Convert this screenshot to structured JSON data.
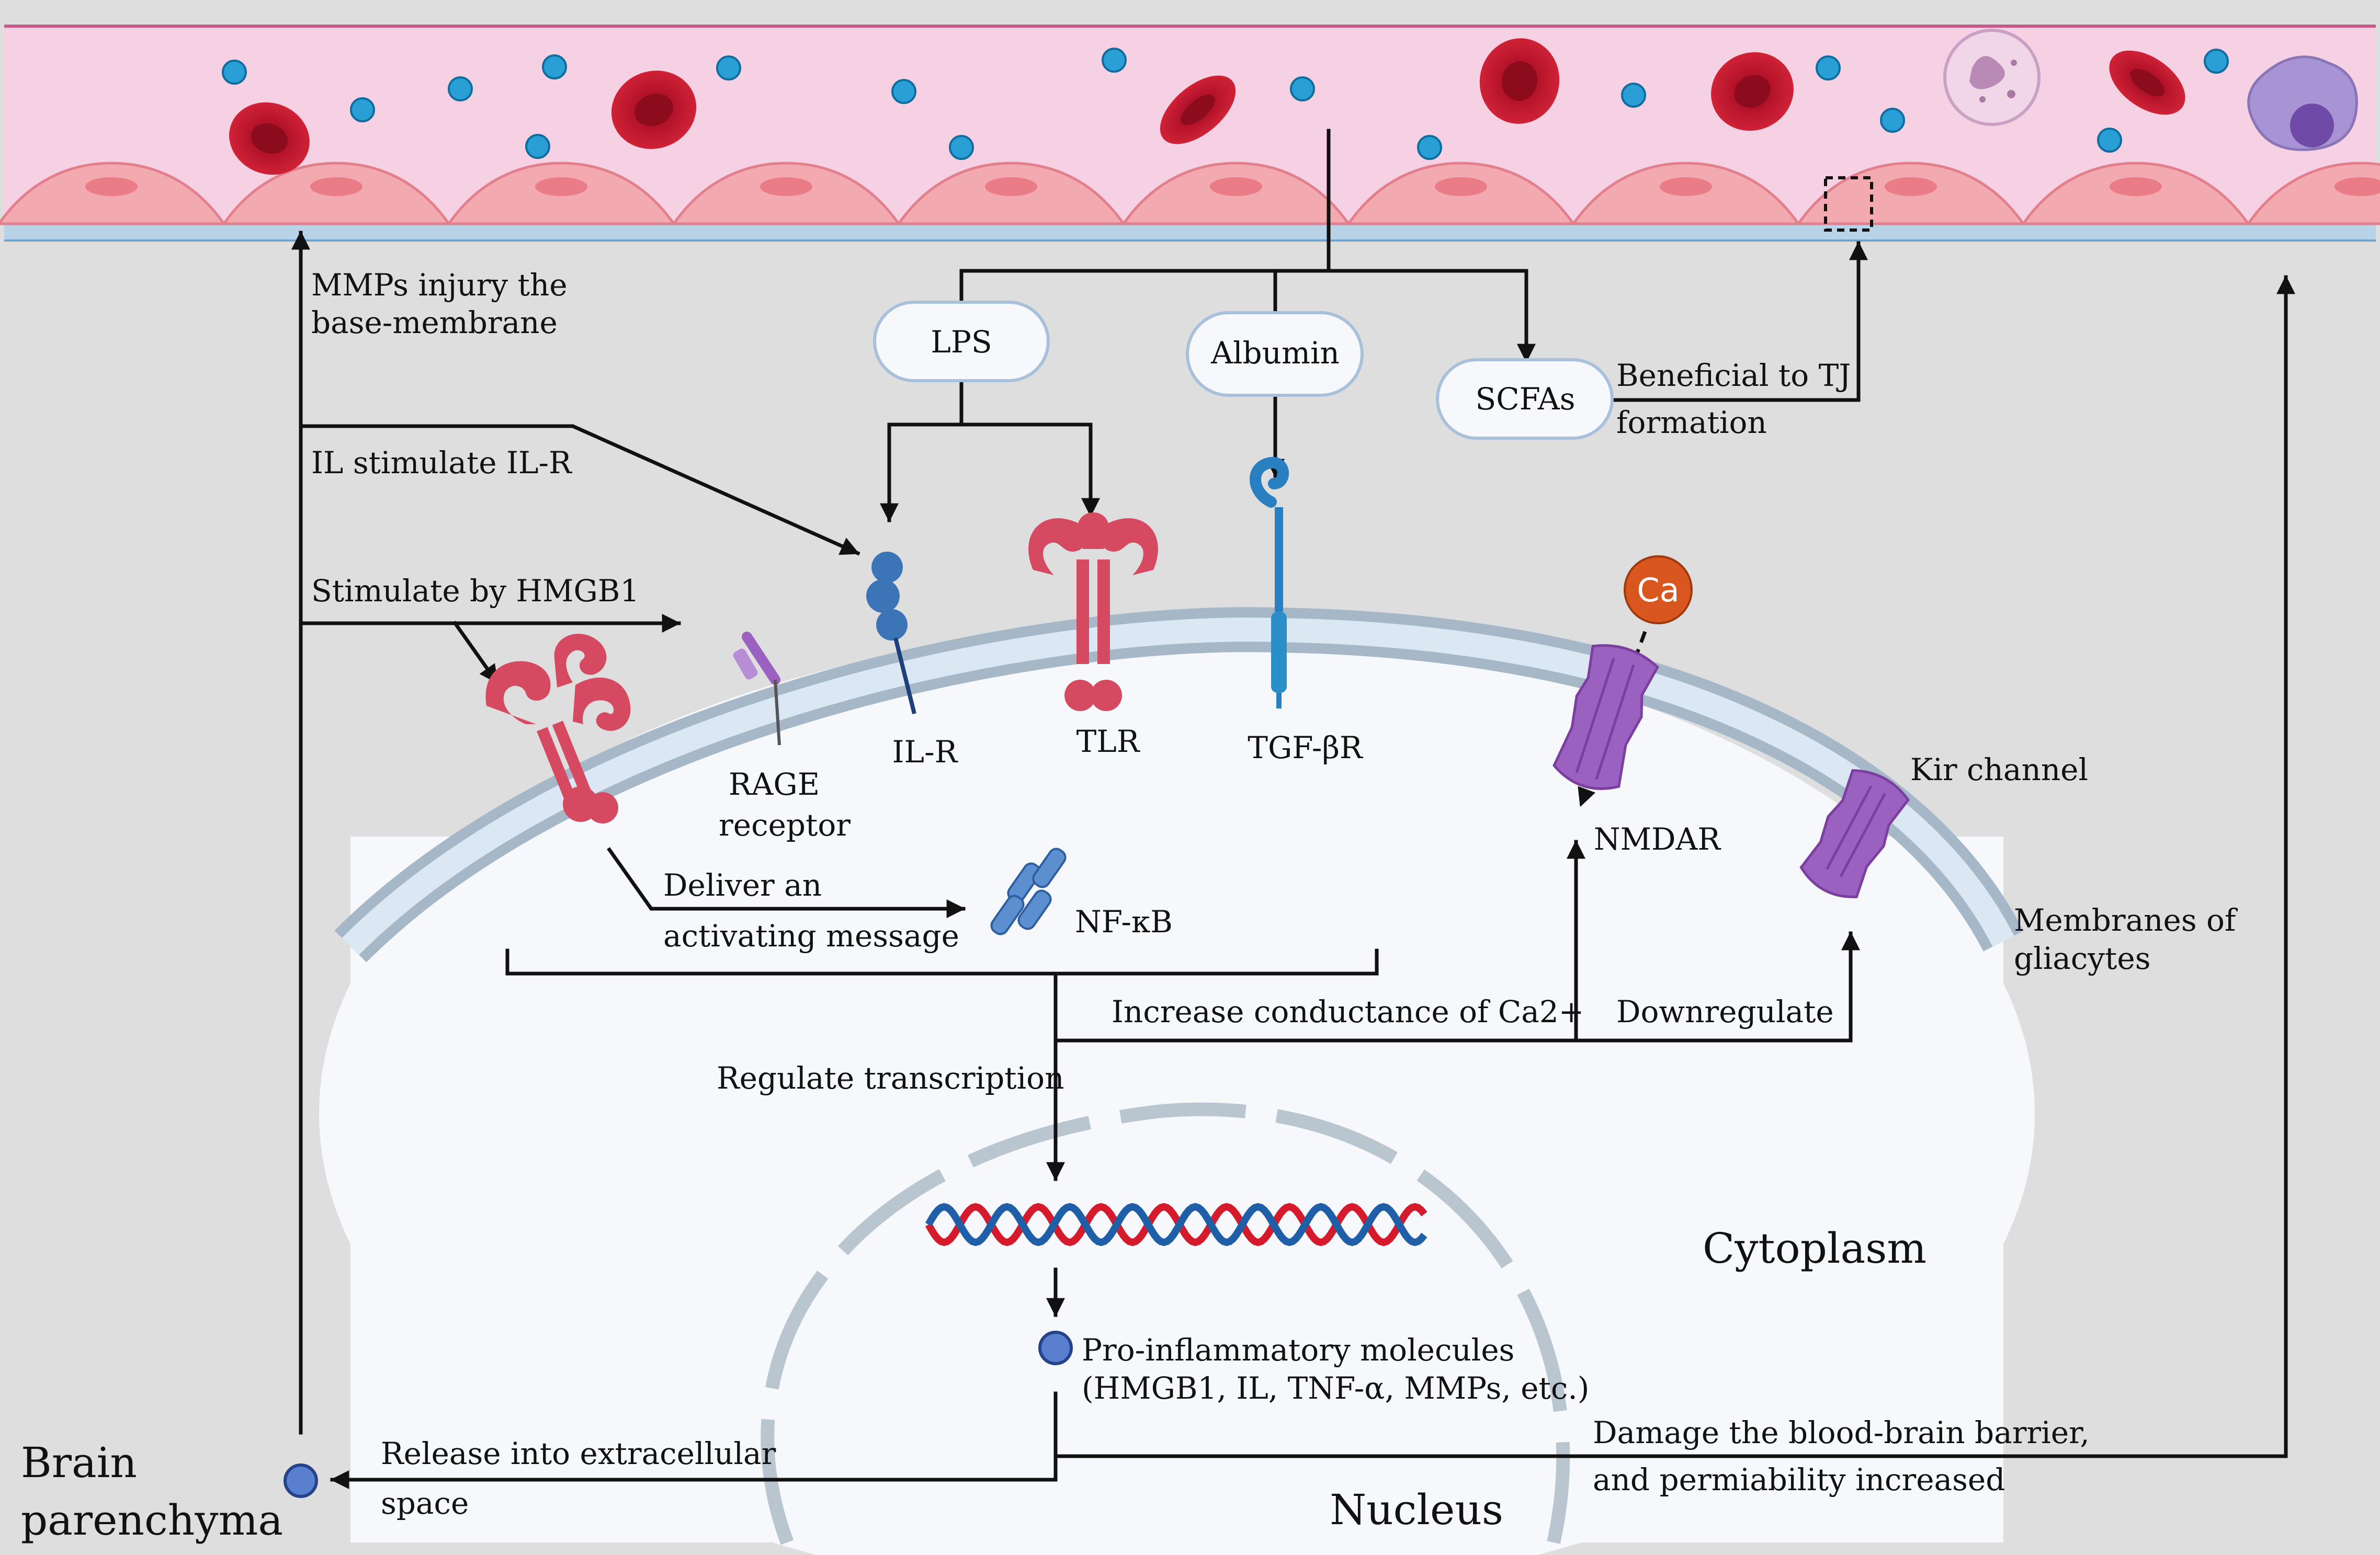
{
  "labels": {
    "mmps_line1": "MMPs injury the",
    "mmps_line2": "base-membrane",
    "il_stimulate": "IL stimulate IL-R",
    "hmgb1": "Stimulate by HMGB1",
    "lps": "LPS",
    "albumin": "Albumin",
    "scfas": "SCFAs",
    "beneficial_line1": "Beneficial to TJ",
    "beneficial_line2": "formation",
    "ca": "Ca",
    "il_r": "IL-R",
    "tlr": "TLR",
    "tgf_br": "TGF-βR",
    "rage_line1": "RAGE",
    "rage_line2": "receptor",
    "nmdar": "NMDAR",
    "kir": "Kir channel",
    "membranes_line1": "Membranes of",
    "membranes_line2": "gliacytes",
    "deliver_line1": "Deliver an",
    "deliver_line2": "activating message",
    "nfkb": "NF-κB",
    "increase_ca": "Increase conductance of Ca2+",
    "downregulate": "Downregulate",
    "regulate": "Regulate transcription",
    "cytoplasm": "Cytoplasm",
    "pro_line1": "Pro-inflammatory molecules",
    "pro_line2": "(HMGB1, IL, TNF-α, MMPs, etc.)",
    "release_line1": "Release into extracellular",
    "release_line2": "space",
    "damage_line1": "Damage the blood-brain barrier,",
    "damage_line2": "and permiability increased",
    "brain_line1": "Brain",
    "brain_line2": "parenchyma",
    "nucleus": "Nucleus"
  },
  "colors": {
    "background": "#dedede",
    "vessel": "#f6d0e3",
    "vessel_edge": "#c85a8a",
    "endothelium": "#f3a9b0",
    "basement_membrane": "#b8d2e8",
    "cell_body": "#f6f8fb",
    "membrane": "#a6b7c7",
    "membrane_inner": "#dbe8f4",
    "nucleus_envelope": "#b9c5cf",
    "rbc": "#c3162d",
    "small_molecule": "#2a9fd6",
    "pill_border": "#a8c0dc",
    "receptor_red": "#d64a61",
    "receptor_blue": "#3b75b8",
    "receptor_purple": "#9b61c0",
    "ca_ion": "#d9561f",
    "dna_red": "#d51a2b",
    "dna_blue": "#1f5fa8",
    "arrow": "#111111"
  }
}
